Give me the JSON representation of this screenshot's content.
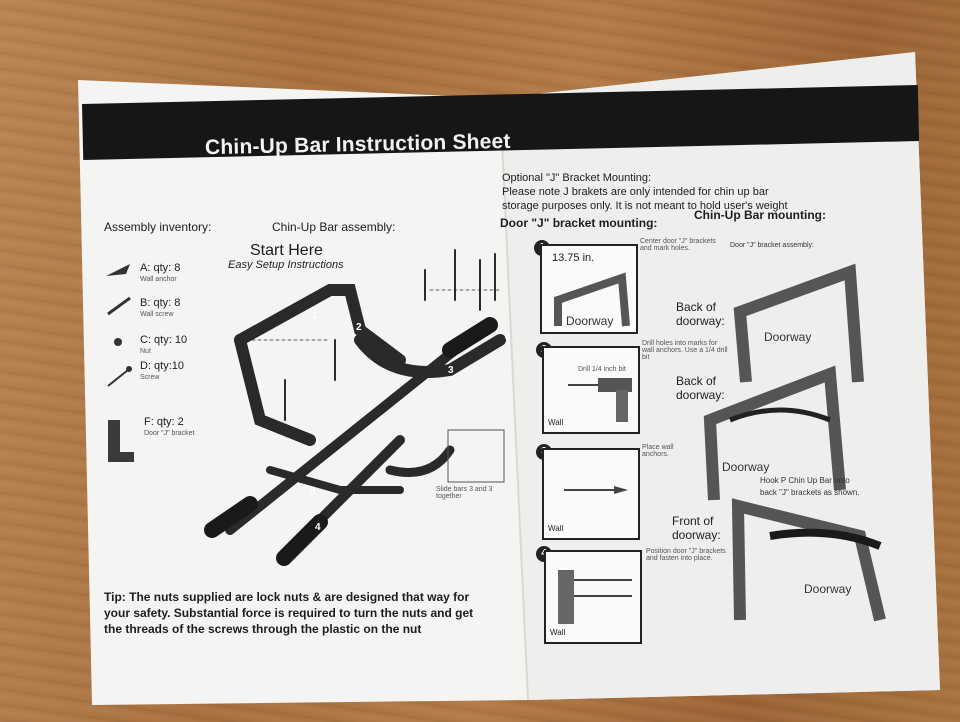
{
  "colors": {
    "paper": "#f4f4f2",
    "band": "#161616",
    "ink": "#1d1d1d",
    "wood": "#a8703f"
  },
  "header": {
    "title": "Chin-Up Bar Instruction Sheet"
  },
  "left": {
    "inventory_heading": "Assembly inventory:",
    "assembly_heading": "Chin-Up Bar assembly:",
    "start_here": "Start Here",
    "easy_setup": "Easy Setup Instructions",
    "inventory": [
      {
        "label": "A: qty: 8",
        "desc": "Wall anchor",
        "icon": "wall-anchor-icon"
      },
      {
        "label": "B: qty: 8",
        "desc": "Wall screw",
        "icon": "wall-screw-icon"
      },
      {
        "label": "C: qty: 10",
        "desc": "Nut",
        "icon": "nut-icon"
      },
      {
        "label": "D: qty:10",
        "desc": "Screw",
        "icon": "screw-icon"
      },
      {
        "label": "F: qty: 2",
        "desc": "Door \"J\" bracket",
        "icon": "j-bracket-icon"
      }
    ],
    "slide_note": "Slide bars 3 and 3 together",
    "tip": [
      "Tip: The nuts supplied are lock nuts & are designed that way for",
      "your safety.  Substantial force is required to turn the nuts and get",
      "the threads of the screws through the plastic on the nut"
    ]
  },
  "right": {
    "optional_lines": [
      "Optional \"J\" Bracket Mounting:",
      "Please note J brakets are only intended for chin up bar",
      "storage purposes only. It is not meant to hold user's weight"
    ],
    "door_heading": "Door \"J\" bracket mounting:",
    "chin_heading": "Chin-Up Bar mounting:",
    "steps": [
      {
        "num": "1",
        "measure": "13.75 in.",
        "label": "Doorway",
        "note": "Center door \"J\" brackets and mark holes."
      },
      {
        "num": "2",
        "drill": "Drill 1/4 inch bit",
        "label": "Wall",
        "note": "Drill holes into marks for wall anchors. Use a 1/4 drill bit"
      },
      {
        "num": "3",
        "label": "Wall",
        "note": "Place wall anchors."
      },
      {
        "num": "4",
        "label": "Wall",
        "note": "Position door \"J\" brackets and fasten into place."
      }
    ],
    "j_assembly": "Door \"J\" bracket assembly:",
    "back1": [
      "Back of",
      "doorway:"
    ],
    "back2": [
      "Back of",
      "doorway:"
    ],
    "front": [
      "Front of",
      "doorway:"
    ],
    "hook_note": [
      "Hook P Chin Up Bar onto",
      "back \"J\" brackets as shown."
    ],
    "doorway": "Doorway"
  }
}
